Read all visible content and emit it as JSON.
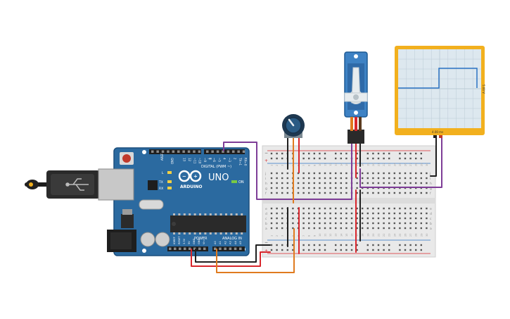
{
  "arduino": {
    "brand": "ARDUINO",
    "model": "UNO",
    "on_label": "ON",
    "digital_label": "DIGITAL (PWM ~)",
    "power_label": "POWER",
    "analog_label": "ANALOG IN",
    "led_l": "L",
    "led_tx": "TX",
    "led_rx": "RX",
    "aref": "AREF",
    "gnd": "GND",
    "power_pins": [
      "IOREF",
      "RESET",
      "3.3V",
      "5V",
      "GND",
      "GND",
      "Vin"
    ],
    "analog_pins": [
      "A0",
      "A1",
      "A2",
      "A3",
      "A4",
      "A5"
    ],
    "digital_pins": [
      "13",
      "12",
      "~11",
      "~10",
      "~9",
      "8",
      "7",
      "~6",
      "~5",
      "4",
      "~3",
      "2",
      "TX→1",
      "RX←0"
    ],
    "colors": {
      "board": "#2b6aa0",
      "accent": "#1c4f7d",
      "reset_button": "#c0392b"
    }
  },
  "breadboard": {
    "rows": [
      "a",
      "b",
      "c",
      "d",
      "e",
      "f",
      "g",
      "h",
      "i",
      "j"
    ],
    "plus": "+",
    "minus": "−",
    "column_numbers": [
      "1",
      "2",
      "3",
      "4",
      "5",
      "6",
      "7",
      "8",
      "9",
      "10",
      "11",
      "12",
      "13",
      "14",
      "15",
      "16",
      "17",
      "18",
      "19",
      "20",
      "21",
      "22",
      "23",
      "24",
      "25",
      "26",
      "27",
      "28",
      "29",
      "30"
    ]
  },
  "oscilloscope": {
    "readout_bottom": "4.00 ms",
    "readout_side": "5.00 V",
    "colors": {
      "frame": "#f2b01e",
      "trace": "#2b73c4",
      "screen": "#dde8ef"
    }
  },
  "wires": {
    "colors": {
      "purple": "#7e3d97",
      "red": "#d8262c",
      "black": "#1f1f1f",
      "orange": "#e07b1f"
    }
  }
}
